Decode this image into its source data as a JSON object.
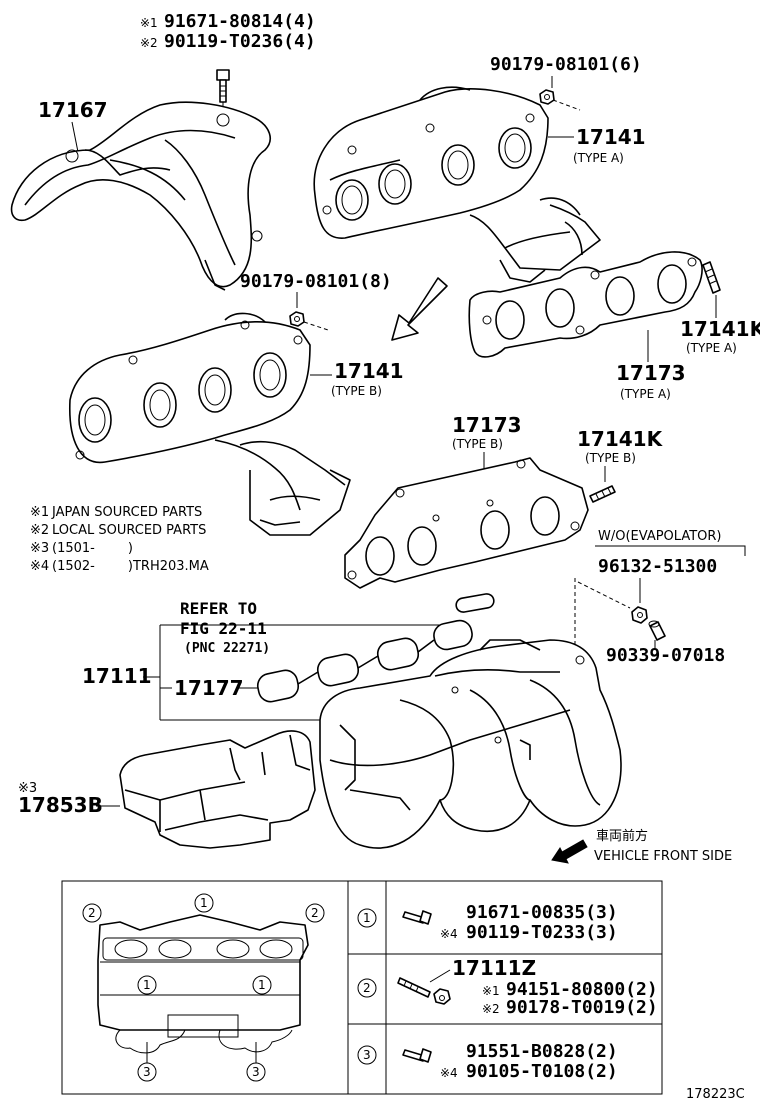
{
  "top_bolt": {
    "line1_mark": "※1",
    "line1_pn": "91671-80814(4)",
    "line2_mark": "※2",
    "line2_pn": "90119-T0236(4)"
  },
  "heat_insulator": {
    "pn": "17167"
  },
  "nut_a": {
    "pn": "90179-08101(6)"
  },
  "manifold_a": {
    "pn": "17141",
    "type": "(TYPE A)"
  },
  "nut_b": {
    "pn": "90179-08101(8)"
  },
  "manifold_b": {
    "pn": "17141",
    "type": "(TYPE B)"
  },
  "gasket_a": {
    "pn": "17173",
    "type": "(TYPE A)"
  },
  "stud_a": {
    "pn": "17141K",
    "type": "(TYPE A)"
  },
  "gasket_b": {
    "pn": "17173",
    "type": "(TYPE B)"
  },
  "stud_b": {
    "pn": "17141K",
    "type": "(TYPE B)"
  },
  "notes": [
    {
      "mark": "※1",
      "text": "JAPAN SOURCED PARTS"
    },
    {
      "mark": "※2",
      "text": "LOCAL SOURCED PARTS"
    },
    {
      "mark": "※3",
      "text": "(1501‐        )"
    },
    {
      "mark": "※4",
      "text": "(1502‐        )TRH203.MA"
    }
  ],
  "evap": {
    "heading": "W/O(EVAPOLATOR)",
    "pn1": "96132-51300",
    "pn2": "90339-07018"
  },
  "refer": {
    "line1": "REFER TO",
    "line2": "FIG 22-11",
    "line3": "(PNC 22271)"
  },
  "intake_manifold": {
    "pn": "17111"
  },
  "intake_gasket": {
    "pn": "17177"
  },
  "cover": {
    "mark": "※3",
    "pn": "17853B"
  },
  "front": {
    "jp": "車両前方",
    "en": "VEHICLE FRONT SIDE"
  },
  "legend_rows": [
    {
      "num": "1",
      "lines": [
        {
          "mark": "",
          "pn": "91671-00835(3)"
        },
        {
          "mark": "※4",
          "pn": "90119-T0233(3)"
        }
      ]
    },
    {
      "num": "2",
      "header": "17111Z",
      "lines": [
        {
          "mark": "※1",
          "pn": "94151-80800(2)"
        },
        {
          "mark": "※2",
          "pn": "90178-T0019(2)"
        }
      ]
    },
    {
      "num": "3",
      "lines": [
        {
          "mark": "",
          "pn": "91551-B0828(2)"
        },
        {
          "mark": "※4",
          "pn": "90105-T0108(2)"
        }
      ]
    }
  ],
  "diagram_labels": {
    "one": "1",
    "two": "2",
    "three": "3"
  },
  "figure_id": "178223C"
}
